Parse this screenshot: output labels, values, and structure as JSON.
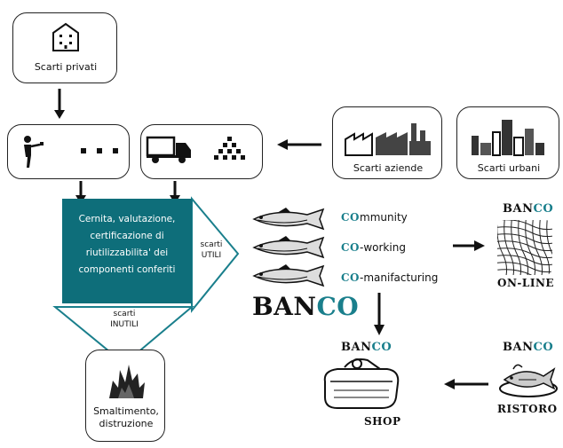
{
  "sources": {
    "private": "Scarti privati",
    "companies": "Scarti aziende",
    "urban": "Scarti urbani"
  },
  "process": {
    "text_lines": [
      "Cernita, valutazione,",
      "certificazione di",
      "riutilizzabilita' dei",
      "componenti conferiti"
    ],
    "useful_label": [
      "scarti",
      "UTILI"
    ],
    "useless_label": [
      "scarti",
      "INUTILI"
    ]
  },
  "disposal": {
    "label_lines": [
      "Smaltimento,",
      "distruzione"
    ]
  },
  "community": {
    "items": [
      {
        "prefix": "CO",
        "rest": "mmunity"
      },
      {
        "prefix": "CO",
        "rest": "-working"
      },
      {
        "prefix": "CO",
        "rest": "-manifacturing"
      }
    ],
    "brand_a": "BAN",
    "brand_b": "CO"
  },
  "online": {
    "brand_a": "BAN",
    "brand_b": "CO",
    "label": "ON-LINE"
  },
  "shop": {
    "brand_a": "BAN",
    "brand_b": "CO",
    "label": "SHOP"
  },
  "ristoro": {
    "brand_a": "BAN",
    "brand_b": "CO",
    "label": "RISTORO"
  },
  "colors": {
    "teal": "#0e6e7a",
    "co_accent": "#1a7f8c",
    "line": "#222222"
  }
}
